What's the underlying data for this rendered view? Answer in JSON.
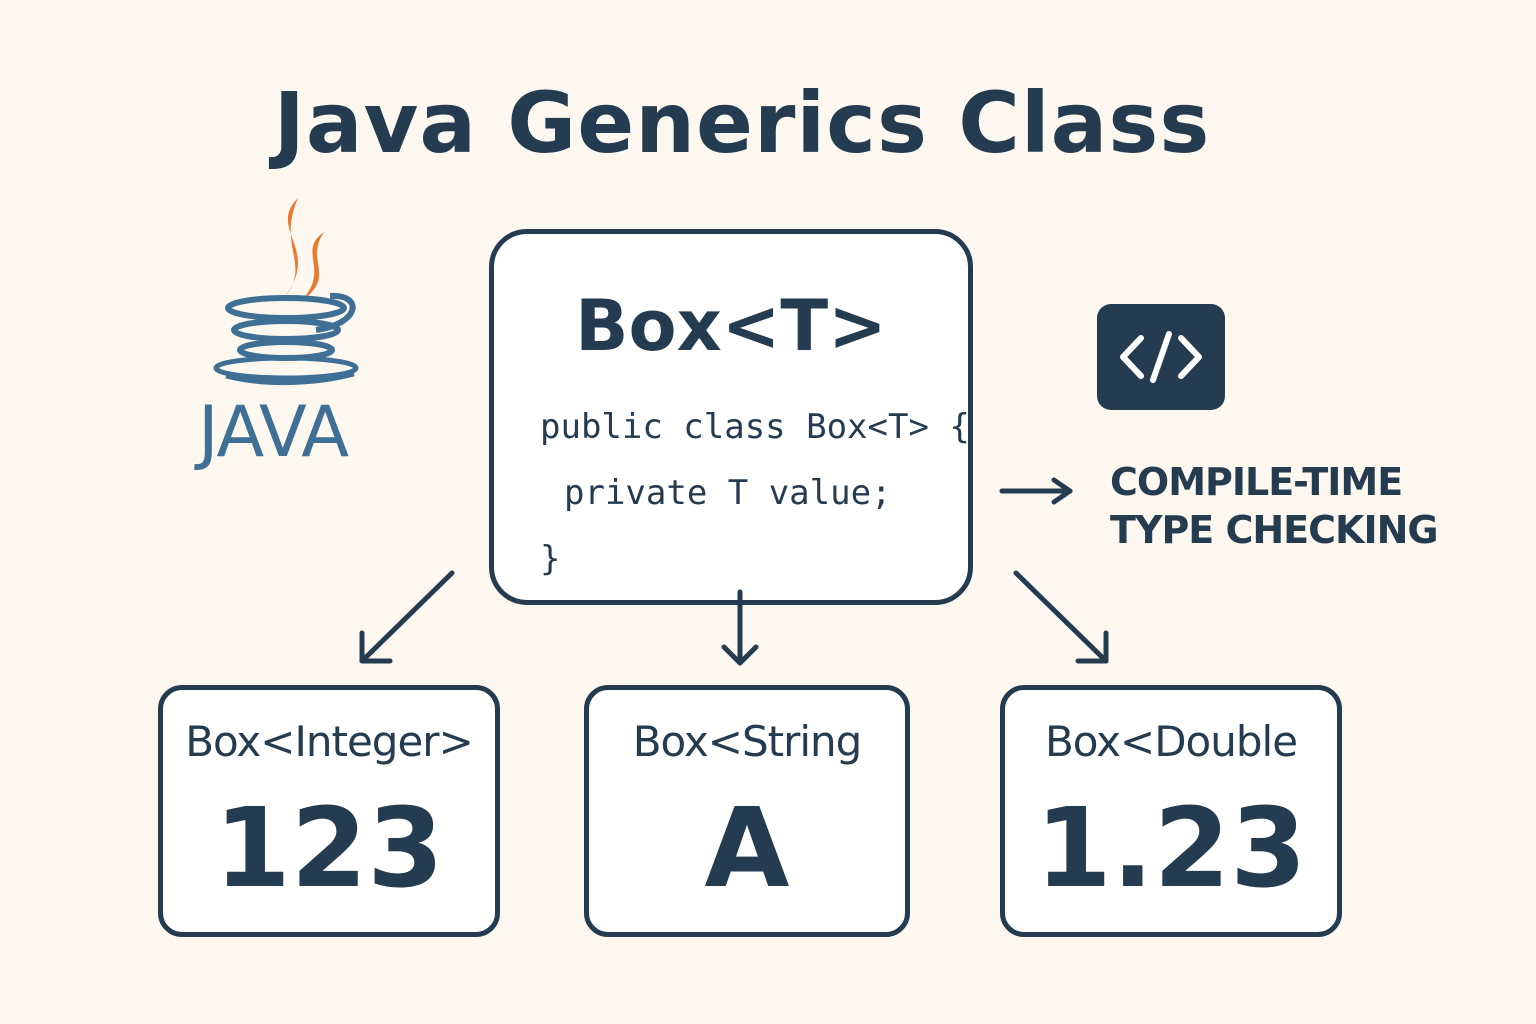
{
  "title": "Java Generics Class",
  "logo": {
    "text": "JAVA",
    "flame_color": "#e8792f",
    "cup_color": "#3f6f94"
  },
  "main_box": {
    "title": "Box<T>",
    "code_lines": [
      "public class Box<T> {",
      "private T value;",
      "}"
    ]
  },
  "code_icon": {
    "icon": "code-brackets-icon",
    "glyph": "</>"
  },
  "note": {
    "line1": "COMPILE-TIME",
    "line2": "TYPE CHECKING"
  },
  "type_boxes": [
    {
      "label": "Box<Integer>",
      "value": "123"
    },
    {
      "label": "Box<String",
      "value": "A"
    },
    {
      "label": "Box<Double",
      "value": "1.23"
    }
  ],
  "colors": {
    "background": "#fcf8f0",
    "ink": "#243b50",
    "accent": "#e8792f"
  }
}
